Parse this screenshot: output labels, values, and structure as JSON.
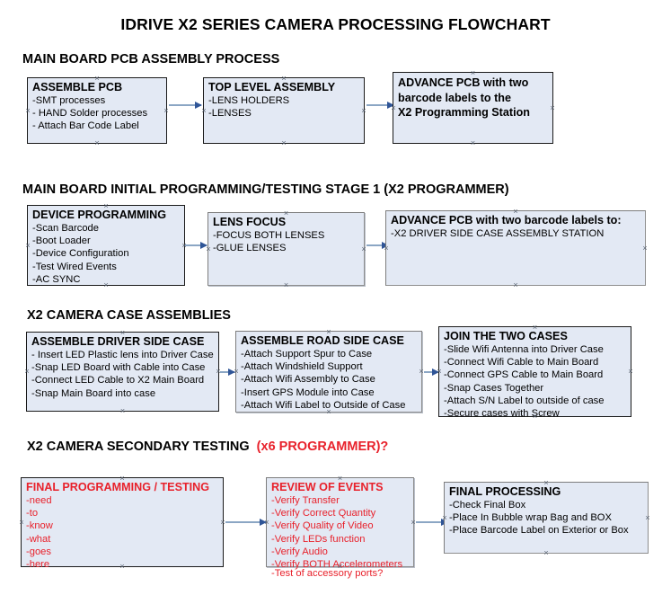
{
  "title": "IDRIVE X2  SERIES CAMERA PROCESSING FLOWCHART",
  "colors": {
    "box_fill": "#e3e9f4",
    "box_border": "#1a1a1a",
    "arrow_line": "#8ba6c4",
    "arrow_head": "#2f5597",
    "accent_red": "#e8212b",
    "text": "#000000"
  },
  "sections": [
    {
      "id": "main-board-pcb-assembly",
      "heading": "MAIN BOARD PCB ASSEMBLY PROCESS",
      "heading_accent": "",
      "boxes": [
        {
          "id": "assemble-pcb",
          "title": "ASSEMBLE PCB",
          "lines": [
            "-SMT processes",
            "- HAND Solder processes",
            "- Attach Bar Code Label"
          ]
        },
        {
          "id": "top-level-assembly",
          "title": "TOP LEVEL ASSEMBLY",
          "lines": [
            "-LENS HOLDERS",
            "-LENSES"
          ]
        },
        {
          "id": "advance-pcb-programming-station",
          "title": "ADVANCE PCB with two",
          "lines": [
            "barcode labels to the",
            " X2 Programming Station"
          ]
        }
      ]
    },
    {
      "id": "main-board-initial-programming",
      "heading": "MAIN BOARD INITIAL PROGRAMMING/TESTING STAGE 1 (X2 PROGRAMMER)",
      "heading_accent": "",
      "boxes": [
        {
          "id": "device-programming",
          "title": "DEVICE PROGRAMMING",
          "lines": [
            "-Scan Barcode",
            "-Boot Loader",
            "-Device Configuration",
            "-Test Wired Events",
            "-AC SYNC"
          ]
        },
        {
          "id": "lens-focus",
          "title": "LENS FOCUS",
          "lines": [
            "-FOCUS BOTH LENSES",
            "-GLUE LENSES"
          ]
        },
        {
          "id": "advance-pcb-driver-side-case",
          "title": "ADVANCE PCB with two barcode labels to:",
          "lines": [
            "-X2 DRIVER  SIDE  CASE  ASSEMBLY STATION"
          ]
        }
      ]
    },
    {
      "id": "x2-camera-case-assemblies",
      "heading": "X2 CAMERA CASE ASSEMBLIES",
      "heading_accent": "",
      "boxes": [
        {
          "id": "assemble-driver-side-case",
          "title": "ASSEMBLE DRIVER SIDE CASE",
          "lines": [
            "- Insert LED Plastic lens into Driver Case",
            "-Snap LED Board with Cable into Case",
            "-Connect LED Cable to X2 Main Board",
            "-Snap Main Board into case"
          ]
        },
        {
          "id": "assemble-road-side-case",
          "title": "ASSEMBLE ROAD SIDE CASE",
          "lines": [
            "-Attach Support Spur to Case",
            "-Attach Windshield Support",
            "-Attach Wifi Assembly to Case",
            "-Insert GPS Module into Case",
            "-Attach Wifi Label to Outside of Case"
          ]
        },
        {
          "id": "join-the-two-cases",
          "title": "JOIN THE TWO CASES",
          "lines": [
            "-Slide Wifi Antenna into Driver Case",
            "-Connect Wifi Cable to Main Board",
            "-Connect GPS Cable to Main Board",
            "-Snap Cases Together",
            "-Attach S/N Label to outside of case",
            "-Secure cases with Screw"
          ]
        }
      ]
    },
    {
      "id": "x2-camera-secondary-testing",
      "heading": "X2 CAMERA SECONDARY TESTING",
      "heading_accent": "(x6 PROGRAMMER)?",
      "boxes": [
        {
          "id": "final-programming-testing",
          "title": "FINAL PROGRAMMING / TESTING",
          "lines": [
            "-need",
            "-to",
            "-know",
            "-what",
            "-goes",
            "-here"
          ]
        },
        {
          "id": "review-of-events",
          "title": "REVIEW OF EVENTS",
          "lines": [
            "-Verify Transfer",
            "-Verify Correct Quantity",
            "-Verify Quality of Video",
            "-Verify LEDs function",
            "-Verify Audio",
            "-Verify BOTH Accelerometers"
          ],
          "overflow_line": "-Test of accessory ports?"
        },
        {
          "id": "final-processing",
          "title": "FINAL PROCESSING",
          "lines": [
            " -Check Final Box",
            "-Place In Bubble wrap Bag and BOX",
            "-Place Barcode Label on Exterior or Box"
          ]
        }
      ]
    }
  ]
}
